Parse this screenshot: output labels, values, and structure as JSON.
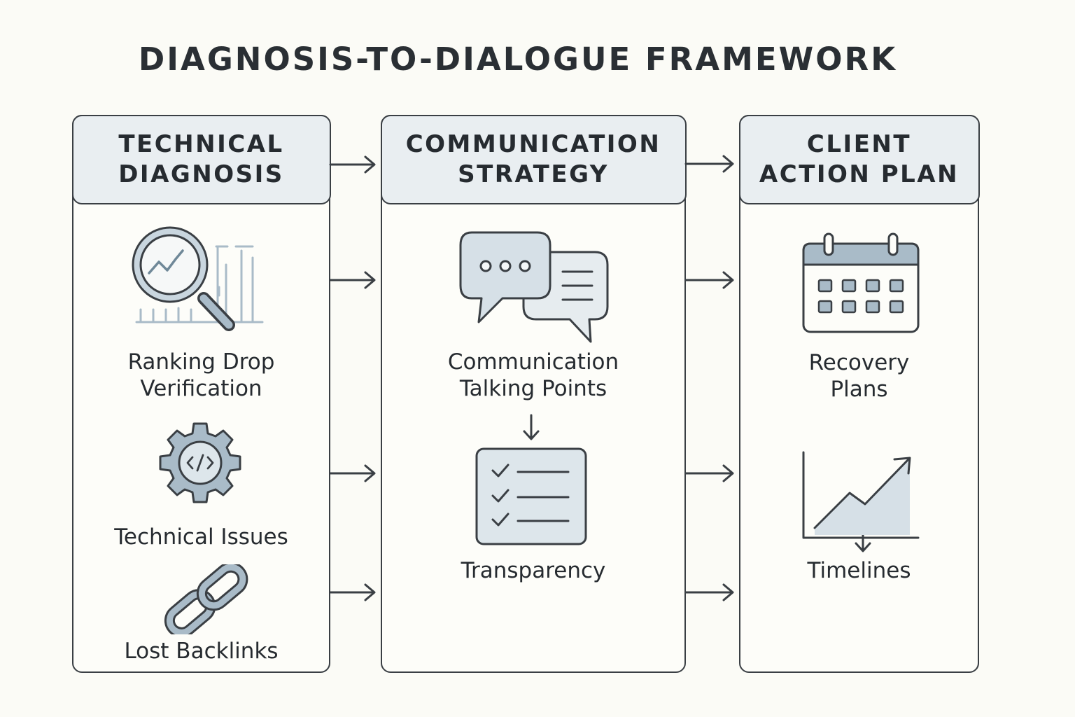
{
  "title": "DIAGNOSIS-TO-DIALOGUE FRAMEWORK",
  "columns": [
    {
      "heading": [
        "TECHNICAL",
        "DIAGNOSIS"
      ],
      "items": [
        {
          "icon": "magnifier-chart-icon",
          "label": [
            "Ranking Drop",
            "Verification"
          ]
        },
        {
          "icon": "code-gear-icon",
          "label": [
            "Technical Issues"
          ]
        },
        {
          "icon": "chain-link-icon",
          "label": [
            "Lost Backlinks"
          ]
        }
      ]
    },
    {
      "heading": [
        "COMMUNICATION",
        "STRATEGY"
      ],
      "items": [
        {
          "icon": "chat-bubbles-icon",
          "label": [
            "Communication",
            "Talking Points"
          ]
        },
        {
          "icon": "checklist-icon",
          "label": [
            "Transparency"
          ]
        }
      ]
    },
    {
      "heading": [
        "CLIENT",
        "ACTION PLAN"
      ],
      "items": [
        {
          "icon": "calendar-icon",
          "label": [
            "Recovery",
            "Plans"
          ]
        },
        {
          "icon": "growth-chart-icon",
          "label": [
            "Timelines"
          ]
        }
      ]
    }
  ],
  "colors": {
    "stroke": "#3a3f44",
    "header_fill": "#e9eef1",
    "icon_fill": "#d6e0e7",
    "icon_accent": "#a9bbc8",
    "background": "#fbfbf6"
  }
}
